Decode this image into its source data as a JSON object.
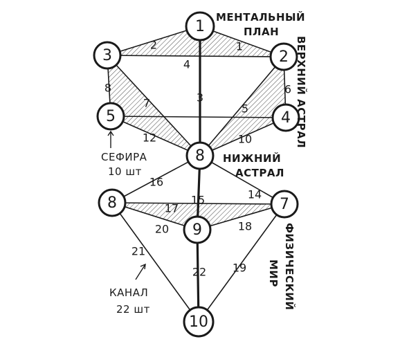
{
  "nodes": [
    {
      "id": "1",
      "label": "1"
    },
    {
      "id": "2",
      "label": "2"
    },
    {
      "id": "3",
      "label": "3"
    },
    {
      "id": "4",
      "label": "4"
    },
    {
      "id": "5",
      "label": "5"
    },
    {
      "id": "8top",
      "label": "8"
    },
    {
      "id": "8left",
      "label": "8"
    },
    {
      "id": "7",
      "label": "7"
    },
    {
      "id": "9",
      "label": "9"
    },
    {
      "id": "10",
      "label": "10"
    }
  ],
  "edges": [
    {
      "from": "1",
      "to": "3",
      "label": "2"
    },
    {
      "from": "1",
      "to": "2",
      "label": "1"
    },
    {
      "from": "3",
      "to": "2",
      "label": "4"
    },
    {
      "from": "1",
      "to": "8top",
      "label": "3"
    },
    {
      "from": "3",
      "to": "5",
      "label": "8"
    },
    {
      "from": "2",
      "to": "4",
      "label": "6"
    },
    {
      "from": "3",
      "to": "8top",
      "label": "7"
    },
    {
      "from": "2",
      "to": "8top",
      "label": "5"
    },
    {
      "from": "5",
      "to": "4",
      "label": ""
    },
    {
      "from": "5",
      "to": "8top",
      "label": "12"
    },
    {
      "from": "4",
      "to": "8top",
      "label": "10"
    },
    {
      "from": "8top",
      "to": "8left",
      "label": "16"
    },
    {
      "from": "8top",
      "to": "7",
      "label": "14"
    },
    {
      "from": "8top",
      "to": "9",
      "label": "15"
    },
    {
      "from": "8left",
      "to": "7",
      "label": "17"
    },
    {
      "from": "8left",
      "to": "9",
      "label": "20"
    },
    {
      "from": "9",
      "to": "7",
      "label": "18"
    },
    {
      "from": "8left",
      "to": "10",
      "label": "21"
    },
    {
      "from": "9",
      "to": "10",
      "label": "22"
    },
    {
      "from": "7",
      "to": "10",
      "label": "19"
    }
  ],
  "labels": {
    "mental_line1": "МЕНТАЛЬНЫЙ",
    "mental_line2": "ПЛАН",
    "upper_astral": "ВЕРХНИЙ АСТРАЛ",
    "lower_astral_line1": "НИЖНИЙ",
    "lower_astral_line2": "АСТРАЛ",
    "physical_world_line1": "ФИЗИЧЕСКИЙ",
    "physical_world_line2": "МИР",
    "sephira_line1": "СЕФИРА",
    "sephira_line2": "10 шт",
    "channel_line1": "КАНАЛ",
    "channel_line2": "22 шт"
  },
  "colors": {
    "ink": "#1a1a1a",
    "paper": "#ffffff"
  }
}
